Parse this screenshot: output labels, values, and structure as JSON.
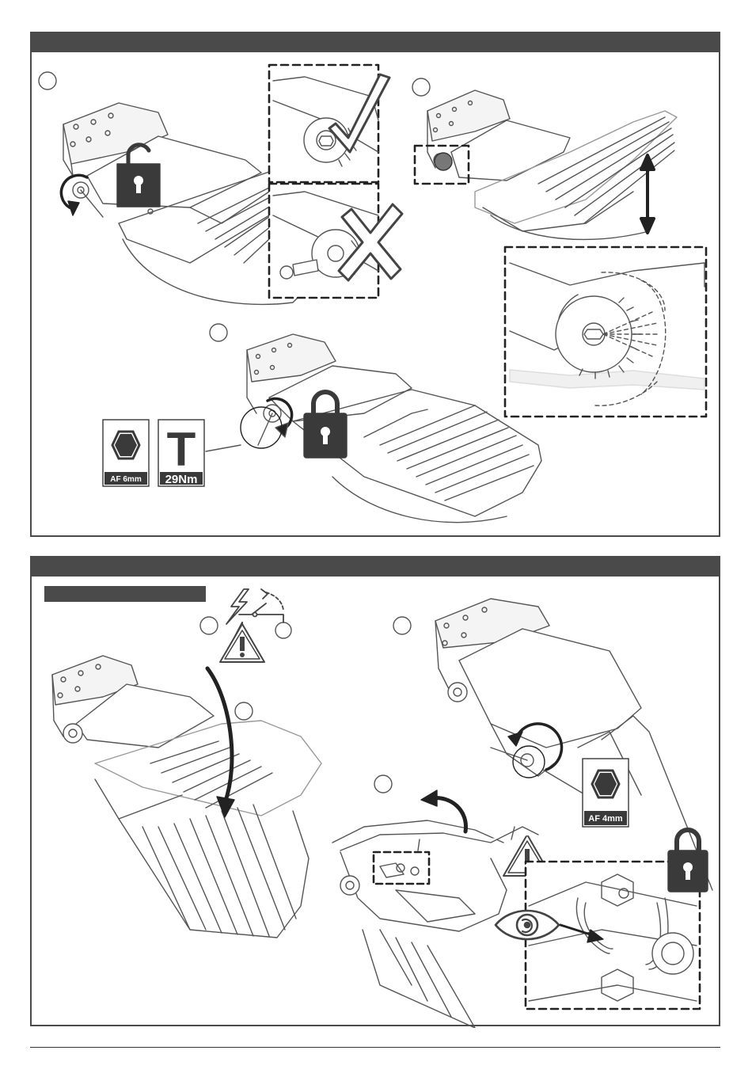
{
  "colors": {
    "header": "#4a4a4a",
    "line": "#555555",
    "icon_dark": "#3a3a3a",
    "fill_light": "#f4f4f4"
  },
  "icons": {
    "step_marker": "circle-outline",
    "unlock": "unlock-icon",
    "lock": "lock-icon",
    "check": "check-mark-icon",
    "cross": "cross-mark-icon",
    "warning": "warning-triangle-icon",
    "electric": "lightning-switch-icon",
    "eye": "eye-inspect-icon",
    "hex": "hex-key-icon",
    "torque": "torque-icon"
  },
  "tools": {
    "hex_top": "AF 6mm",
    "torque_letter": "T",
    "torque_value": "29Nm",
    "hex_bottom": "AF 4mm"
  }
}
